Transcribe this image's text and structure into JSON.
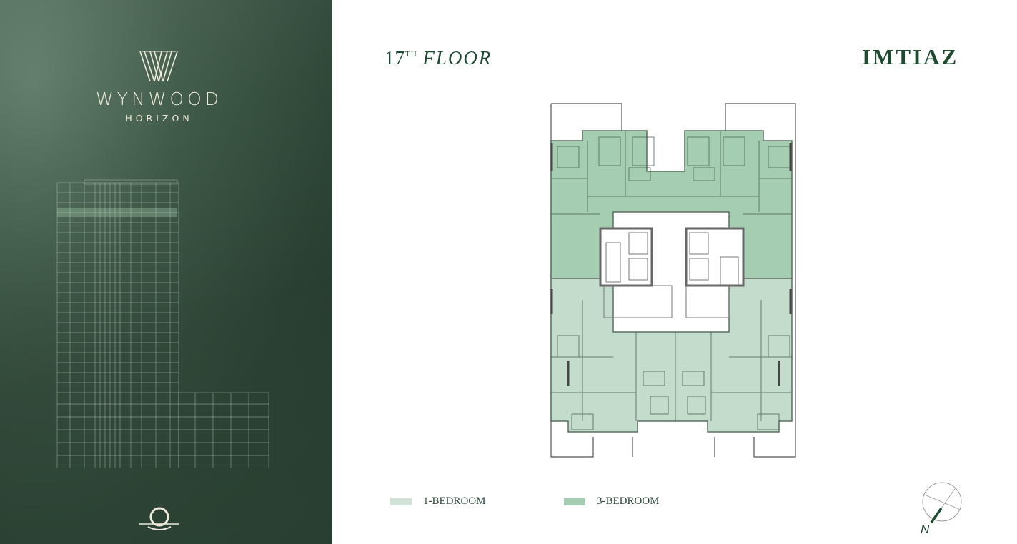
{
  "brand": {
    "name": "WYNWOOD",
    "subtitle": "HORIZON"
  },
  "header": {
    "floor_number": "17",
    "floor_suffix": "TH",
    "floor_word": "FLOOR",
    "company": "IMTIAZ"
  },
  "legend": [
    {
      "label": "1-BEDROOM",
      "color": "#d0e3d6"
    },
    {
      "label": "3-BEDROOM",
      "color": "#a5cdb1"
    }
  ],
  "compass": {
    "label": "N"
  },
  "colors": {
    "panel": "#33503e",
    "accent": "#1e4a30",
    "cream": "#efeadc"
  }
}
